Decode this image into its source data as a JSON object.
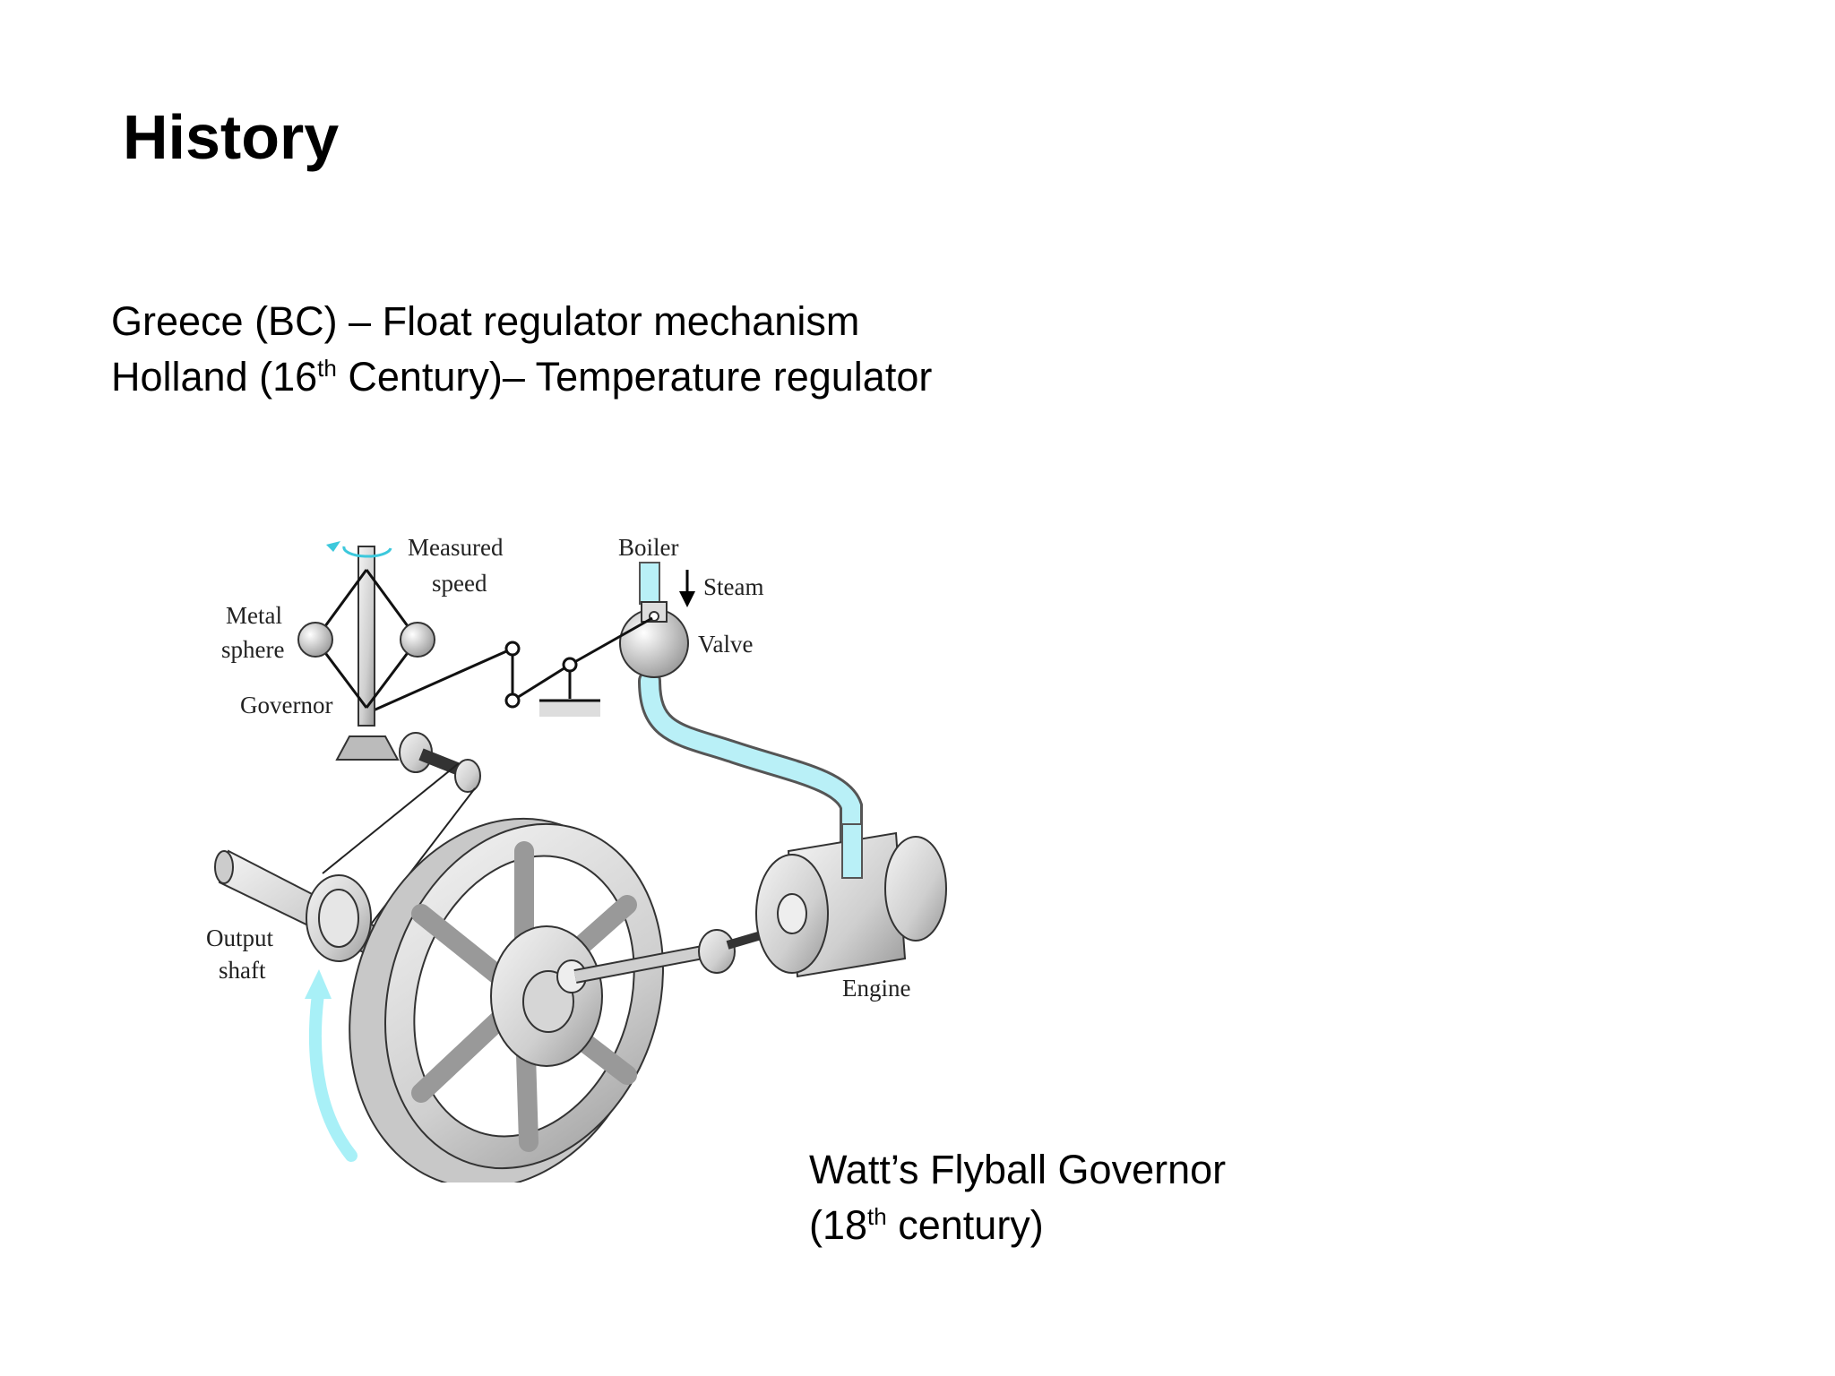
{
  "slide": {
    "title": "History"
  },
  "bullets": [
    {
      "text": "Greece (BC) – Float regulator mechanism"
    },
    {
      "pre": "Holland (16",
      "sup": "th",
      "post": " Century)– Temperature regulator"
    }
  ],
  "figure": {
    "labels": {
      "measured_line1": "Measured",
      "measured_line2": "speed",
      "boiler": "Boiler",
      "steam": "Steam",
      "metal_line1": "Metal",
      "metal_line2": "sphere",
      "valve": "Valve",
      "governor": "Governor",
      "output_line1": "Output",
      "output_line2": "shaft",
      "engine": "Engine"
    },
    "colors": {
      "steam_pipe": "#b9f0f7",
      "arrow": "#a8f0f7",
      "metal": "#d8d8d8",
      "outline": "#333333"
    }
  },
  "caption": {
    "line1": "Watt’s Flyball Governor",
    "line2_pre": "(18",
    "line2_sup": "th",
    "line2_post": " century)"
  }
}
